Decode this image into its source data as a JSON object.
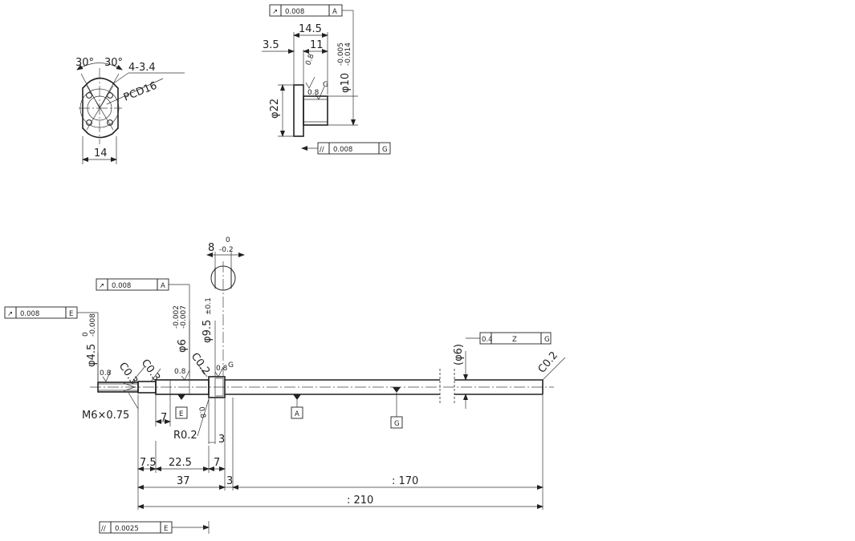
{
  "end_view": {
    "angle_left": "30°",
    "angle_right": "30°",
    "holes": "4-3.4",
    "pcd": "PCD16",
    "width": "14"
  },
  "side_view": {
    "fcf_runout": {
      "symbol": "↗",
      "tolerance": "0.008",
      "datum": "A"
    },
    "dim_14_5": "14.5",
    "dim_3_5": "3.5",
    "dim_11": "11",
    "finish_0_8": "0.8",
    "finish_0_8b": "0.8",
    "finish_g": "G",
    "dia_22": "φ22",
    "dia_10": "φ10",
    "dia_10_tol_upper": "-0.005",
    "dia_10_tol_lower": "-0.014",
    "fcf_parallel": {
      "symbol": "//",
      "tolerance": "0.008",
      "datum": "G"
    }
  },
  "shaft": {
    "flat_width": "8",
    "flat_tol_upper": "0",
    "flat_tol_lower": "-0.2",
    "fcf_runout_a": {
      "symbol": "↗",
      "tolerance": "0.008",
      "datum": "A"
    },
    "fcf_runout_e": {
      "symbol": "↗",
      "tolerance": "0.008",
      "datum": "E"
    },
    "dia_4_5": "φ4.5",
    "dia_4_5_tol_upper": "0",
    "dia_4_5_tol_lower": "-0.008",
    "dia_6": "φ6",
    "dia_6_tol_upper": "-0.002",
    "dia_6_tol_lower": "-0.007",
    "dia_9_5": "φ9.5",
    "dia_9_5_tol": "±0.1",
    "chamfer_1": "C0.3",
    "chamfer_2": "C0.3",
    "chamfer_3": "C0.2",
    "chamfer_end": "C0.2",
    "finish_a": "0.8",
    "finish_b": "0.8",
    "finish_c": "0.8",
    "finish_d": "0.8",
    "finish_g": "G",
    "dia_6_ref": "(φ6)",
    "fcf_right": {
      "symbol": "0.4",
      "tolerance": "Z",
      "datum": "G"
    },
    "thread": "M6×0.75",
    "dim_7_upper": "7",
    "datum_e": "E",
    "datum_a": "A",
    "datum_g": "G",
    "radius": "R0.2",
    "dim_3_upper": "3",
    "dim_7_5": "7.5",
    "dim_22_5": "22.5",
    "dim_7_lower": "7",
    "dim_37": "37",
    "dim_3_lower": "3",
    "dim_170": ": 170",
    "dim_210": ": 210",
    "fcf_parallel_e": {
      "symbol": "//",
      "tolerance": "0.0025",
      "datum": "E"
    }
  }
}
